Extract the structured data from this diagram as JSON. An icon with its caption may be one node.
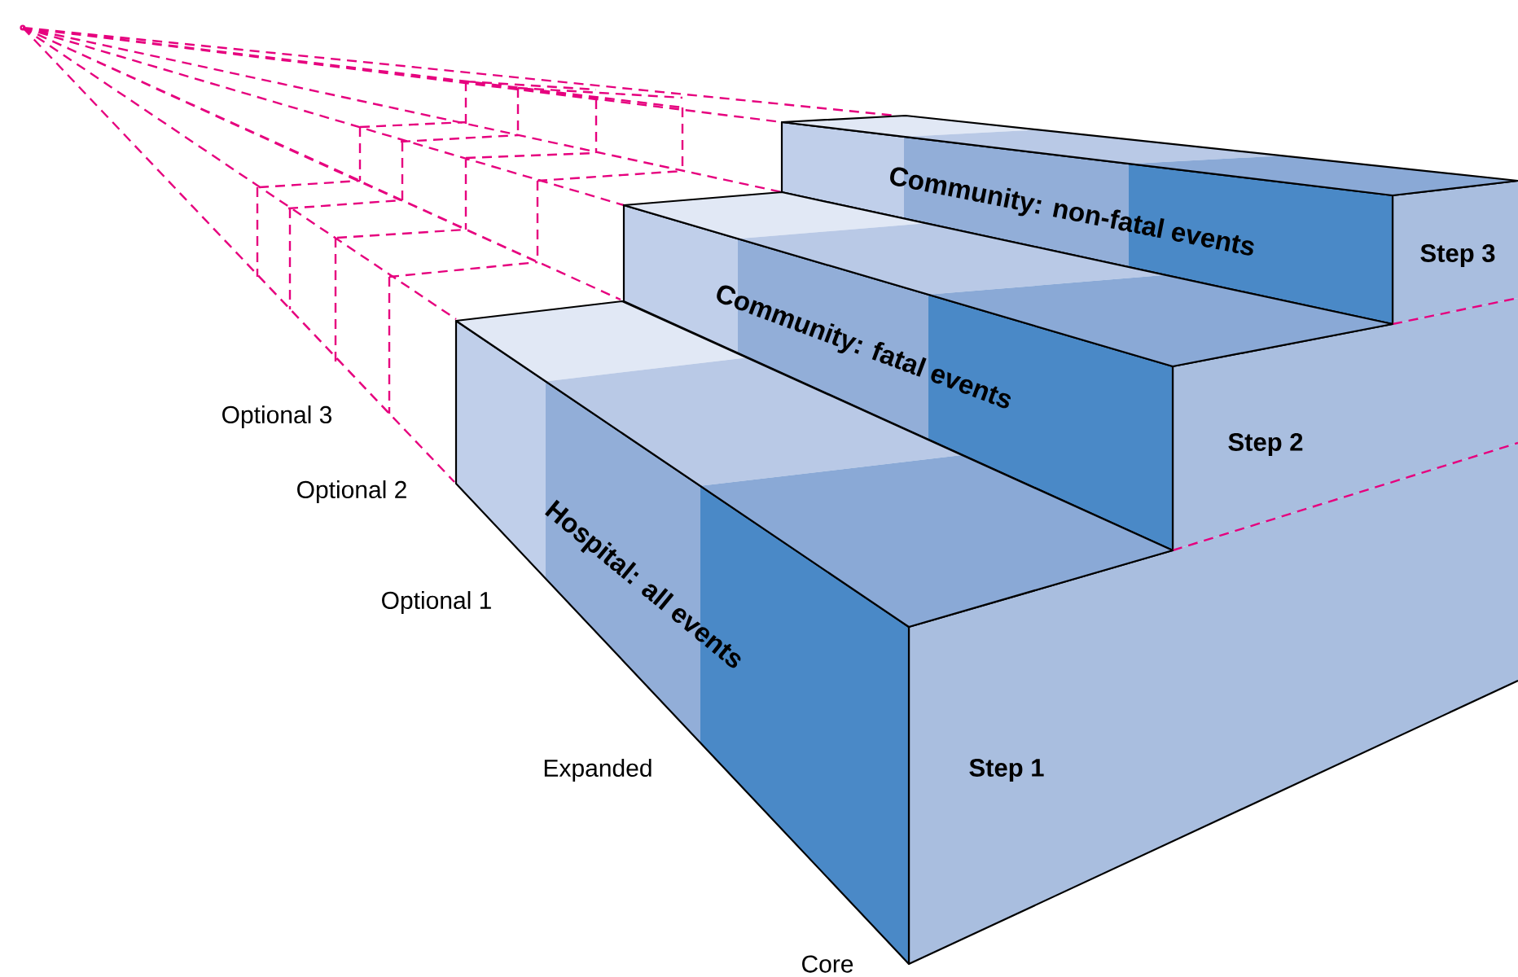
{
  "diagram": {
    "labels": [
      "Community: non-fatal events",
      "Step 3",
      "Community: fatal events",
      "Optional 3",
      "Step 2",
      "Optional 2",
      "Hospital: all events",
      "Optional 1",
      "Expanded",
      "Step 1",
      "Core"
    ]
  }
}
